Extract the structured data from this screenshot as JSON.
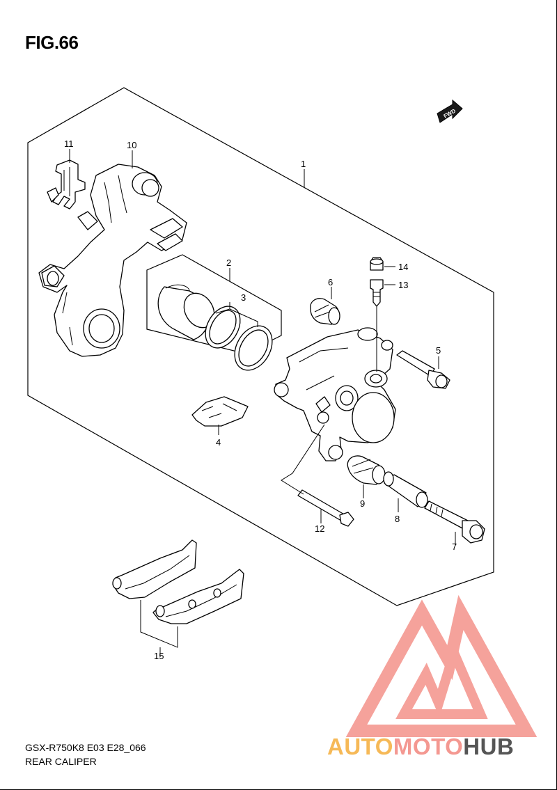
{
  "figure": {
    "title": "FIG.66"
  },
  "footer": {
    "model_code": "GSX-R750K8 E03 E28_066",
    "section_name": "REAR CALIPER"
  },
  "direction_badge": {
    "text": "FWD"
  },
  "callouts": {
    "c1": "1",
    "c2": "2",
    "c3": "3",
    "c4": "4",
    "c5": "5",
    "c6": "6",
    "c7": "7",
    "c8": "8",
    "c9": "9",
    "c10": "10",
    "c11": "11",
    "c12": "12",
    "c13": "13",
    "c14": "14",
    "c15": "15"
  },
  "watermark": {
    "part1": "AUTO",
    "part2": "MOTO",
    "part3": "HUB",
    "colors": {
      "auto": "#f6b957",
      "moto": "#f49891",
      "hub": "#555555",
      "logo": "#f49891"
    }
  }
}
